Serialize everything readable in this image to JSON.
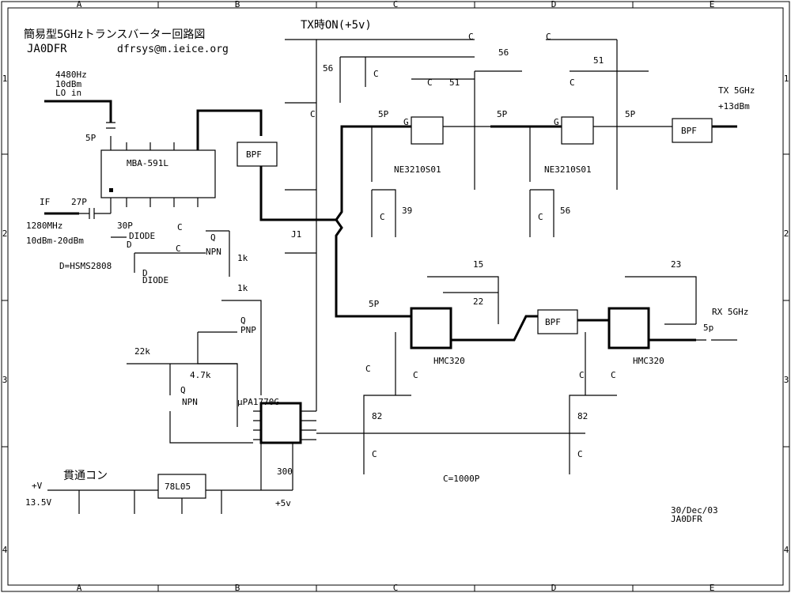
{
  "frame": {
    "cols": [
      "A",
      "B",
      "C",
      "D",
      "E"
    ],
    "rows": [
      "1",
      "2",
      "3",
      "4"
    ]
  },
  "title": {
    "main": "簡易型5GHzトランスバーター回路図",
    "author": "JA0DFR",
    "email": "dfrsys@m.ieice.org"
  },
  "tx_control": "TX時ON(+5v)",
  "lo_input": [
    "4480Hz",
    "10dBm",
    "LO in"
  ],
  "if_input": [
    "IF",
    "1280MHz",
    "10dBm-20dBm"
  ],
  "tx_output": [
    "TX 5GHz",
    "+13dBm"
  ],
  "rx_input": "RX 5GHz",
  "feedthrough_label": "貫通コン",
  "supply": {
    "input": "+V",
    "input_voltage": "13.5V",
    "rail": "+5v"
  },
  "capacitor_note": "C=1000P",
  "date": "30/Dec/03",
  "signature": "JA0DFR",
  "diode_note": "D=HSMS2808",
  "jumper": "J1",
  "components": {
    "mixer": "MBA-591L",
    "bpf": "BPF",
    "fet": "NE3210S01",
    "lna": "HMC320",
    "bias_ic": "μPA1770G",
    "regulator": "78L05",
    "gate_mark": "G"
  },
  "labels": {
    "c": "C",
    "p5": "5P",
    "p27": "27P",
    "p30": "30P",
    "p5_lower": "5p",
    "r56": "56",
    "r51": "51",
    "r39": "39",
    "r15": "15",
    "r22": "22",
    "r23": "23",
    "r82": "82",
    "r1k": "1k",
    "r22k": "22k",
    "r4k7": "4.7k",
    "r300": "300",
    "d": "D",
    "diode": "DIODE",
    "q": "Q",
    "npn": "NPN",
    "pnp": "PNP"
  }
}
